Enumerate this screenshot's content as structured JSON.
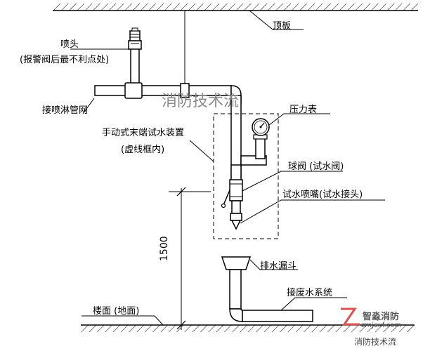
{
  "labels": {
    "ceiling": "顶板",
    "sprinkler_head": "喷头",
    "sprinkler_note": "(报警阀后最不利点处)",
    "sprinkler_network": "接喷淋管网",
    "device_title": "手动式末端试水装置",
    "device_note": "(虚线框内)",
    "pressure_gauge": "压力表",
    "ball_valve": "球阀 (试水阀)",
    "test_nozzle": "试水喷嘴(试水接头)",
    "drain_funnel": "排水漏斗",
    "waste_system": "接废水系统",
    "floor": "楼面 (地面)"
  },
  "dimension": {
    "height_value": "1500"
  },
  "watermark": {
    "center_text": "消防技术流",
    "logo_name": "智淼消防",
    "logo_url": "zmjaxf.com",
    "footer_text": "消防技术流"
  },
  "colors": {
    "line": "#000000",
    "watermark": "#8a8a8a",
    "logo_accent": "#d9534f"
  }
}
